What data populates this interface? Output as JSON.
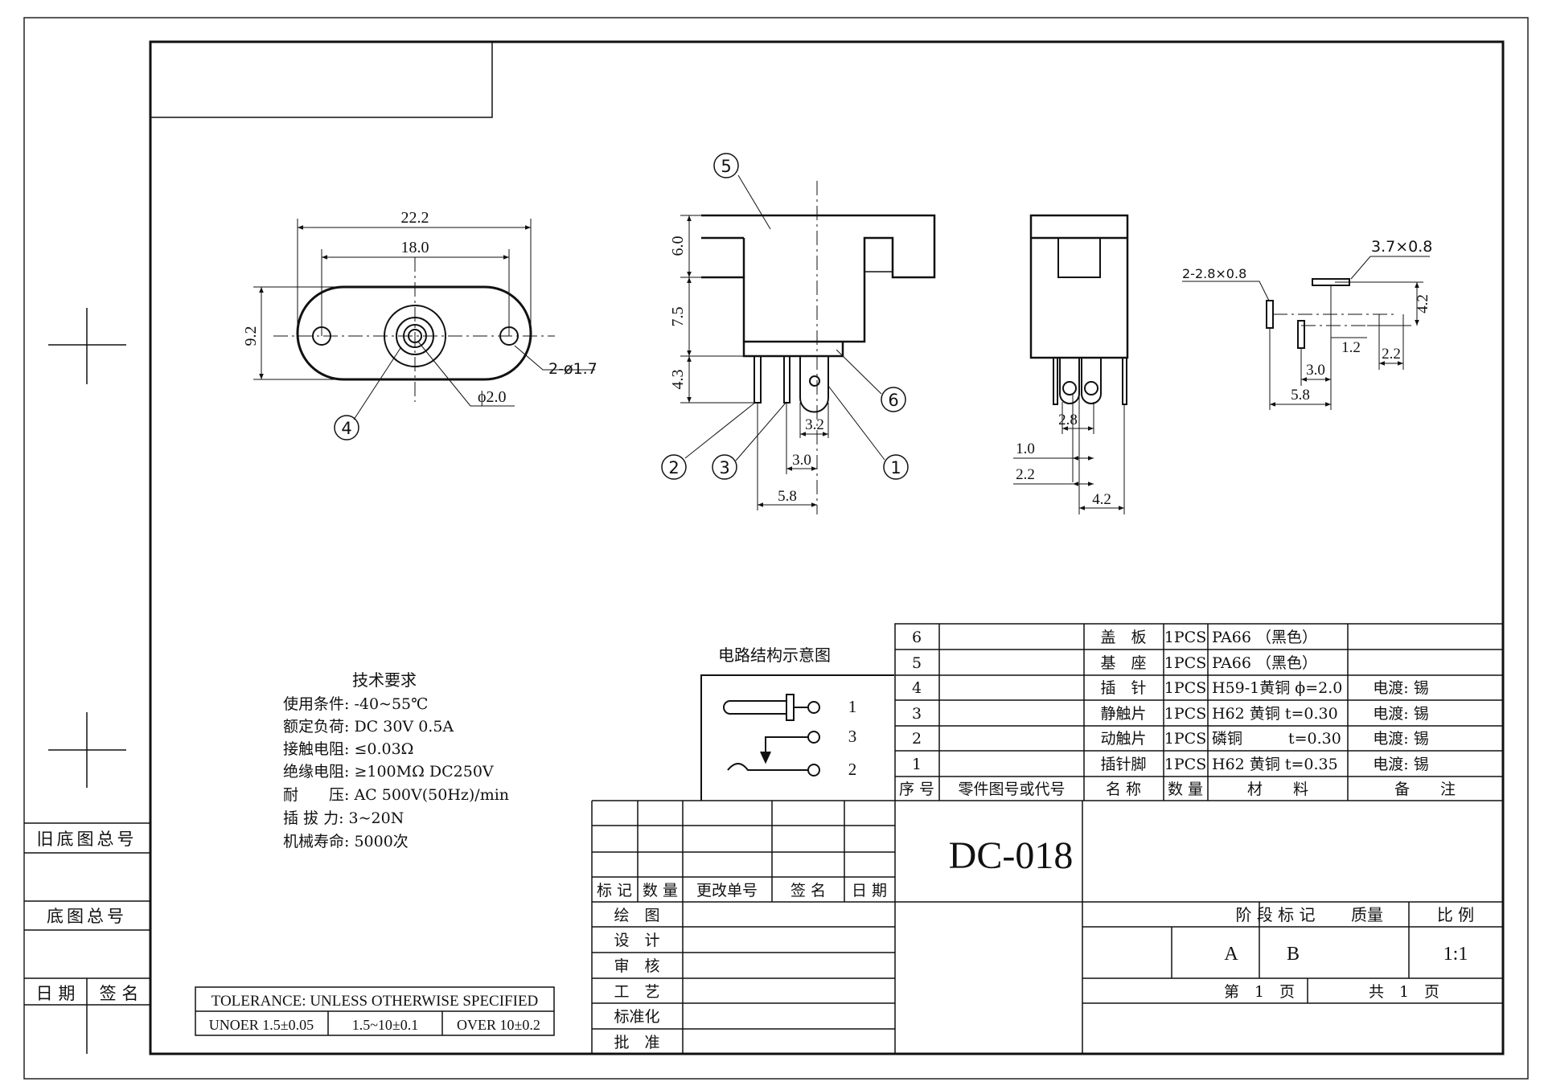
{
  "drawing": {
    "part_number": "DC-018",
    "views": {
      "front": {
        "dims": {
          "overall_width": "22.2",
          "hole_spacing": "18.0",
          "height": "9.2",
          "holes": "2-ø1.7",
          "pin_dia": "ϕ2.0"
        },
        "callouts": [
          "4"
        ]
      },
      "side": {
        "dims": {
          "top": "6.0",
          "mid": "7.5",
          "bottom": "4.3",
          "pin_w": "3.2",
          "d30": "3.0",
          "d58": "5.8"
        },
        "callouts": [
          "5",
          "6",
          "2",
          "3",
          "1"
        ]
      },
      "end": {
        "dims": {
          "d28": "2.8",
          "d10": "1.0",
          "d22": "2.2",
          "d42": "4.2"
        }
      },
      "pcb": {
        "dims": {
          "slot_a": "3.7×0.8",
          "slot_b": "2-2.8×0.8",
          "d42": "4.2",
          "d12": "1.2",
          "d22": "2.2",
          "d30": "3.0",
          "d58": "5.8"
        }
      }
    },
    "circuit": {
      "title": "电路结构示意图",
      "pins": [
        "1",
        "3",
        "2"
      ]
    },
    "tech_requirements": {
      "title": "技术要求",
      "lines": [
        "使用条件: -40~55℃",
        "额定负荷: DC 30V 0.5A",
        "接触电阻: ≤0.03Ω",
        "绝缘电阻: ≥100MΩ DC250V",
        "耐　　压: AC 500V(50Hz)/min",
        "插 拔 力: 3~20N",
        "机械寿命: 5000次"
      ]
    },
    "tolerance": {
      "header": "TOLERANCE: UNLESS OTHERWISE SPECIFIED",
      "cells": [
        "UNOER 1.5±0.05",
        "1.5~10±0.1",
        "OVER 10±0.2"
      ]
    },
    "left_margin": {
      "old_no": "旧底图总号",
      "base_no": "底图总号",
      "date": "日 期",
      "sign": "签 名"
    },
    "bom": {
      "rows": [
        {
          "no": "6",
          "part": "",
          "name": "盖　板",
          "qty": "1PCS",
          "material": "PA66 （黑色）",
          "note": ""
        },
        {
          "no": "5",
          "part": "",
          "name": "基　座",
          "qty": "1PCS",
          "material": "PA66 （黑色）",
          "note": ""
        },
        {
          "no": "4",
          "part": "",
          "name": "插　针",
          "qty": "1PCS",
          "material": "H59-1黄铜 ϕ=2.0",
          "note": "电渡: 锡"
        },
        {
          "no": "3",
          "part": "",
          "name": "静触片",
          "qty": "1PCS",
          "material": "H62 黄铜 t=0.30",
          "note": "电渡: 锡"
        },
        {
          "no": "2",
          "part": "",
          "name": "动触片",
          "qty": "1PCS",
          "material": "磷铜　　　t=0.30",
          "note": "电渡: 锡"
        },
        {
          "no": "1",
          "part": "",
          "name": "插针脚",
          "qty": "1PCS",
          "material": "H62 黄铜 t=0.35",
          "note": "电渡: 锡"
        }
      ],
      "header": {
        "no": "序 号",
        "part": "零件图号或代号",
        "name": "名 称",
        "qty": "数 量",
        "material": "材　　料",
        "note": "备　　注"
      }
    },
    "revision_header": [
      "标 记",
      "数 量",
      "更改单号",
      "签 名",
      "日 期"
    ],
    "approvals": [
      "绘　图",
      "设　计",
      "审　核",
      "工　艺",
      "标准化",
      "批　准"
    ],
    "title_block": {
      "stage_label": "阶 段 标 记",
      "mass_label": "质量",
      "scale_label": "比 例",
      "stage_a": "A",
      "stage_b": "B",
      "scale": "1:1",
      "sheet_label": "第　1　页",
      "total_label": "共　1　页"
    }
  }
}
